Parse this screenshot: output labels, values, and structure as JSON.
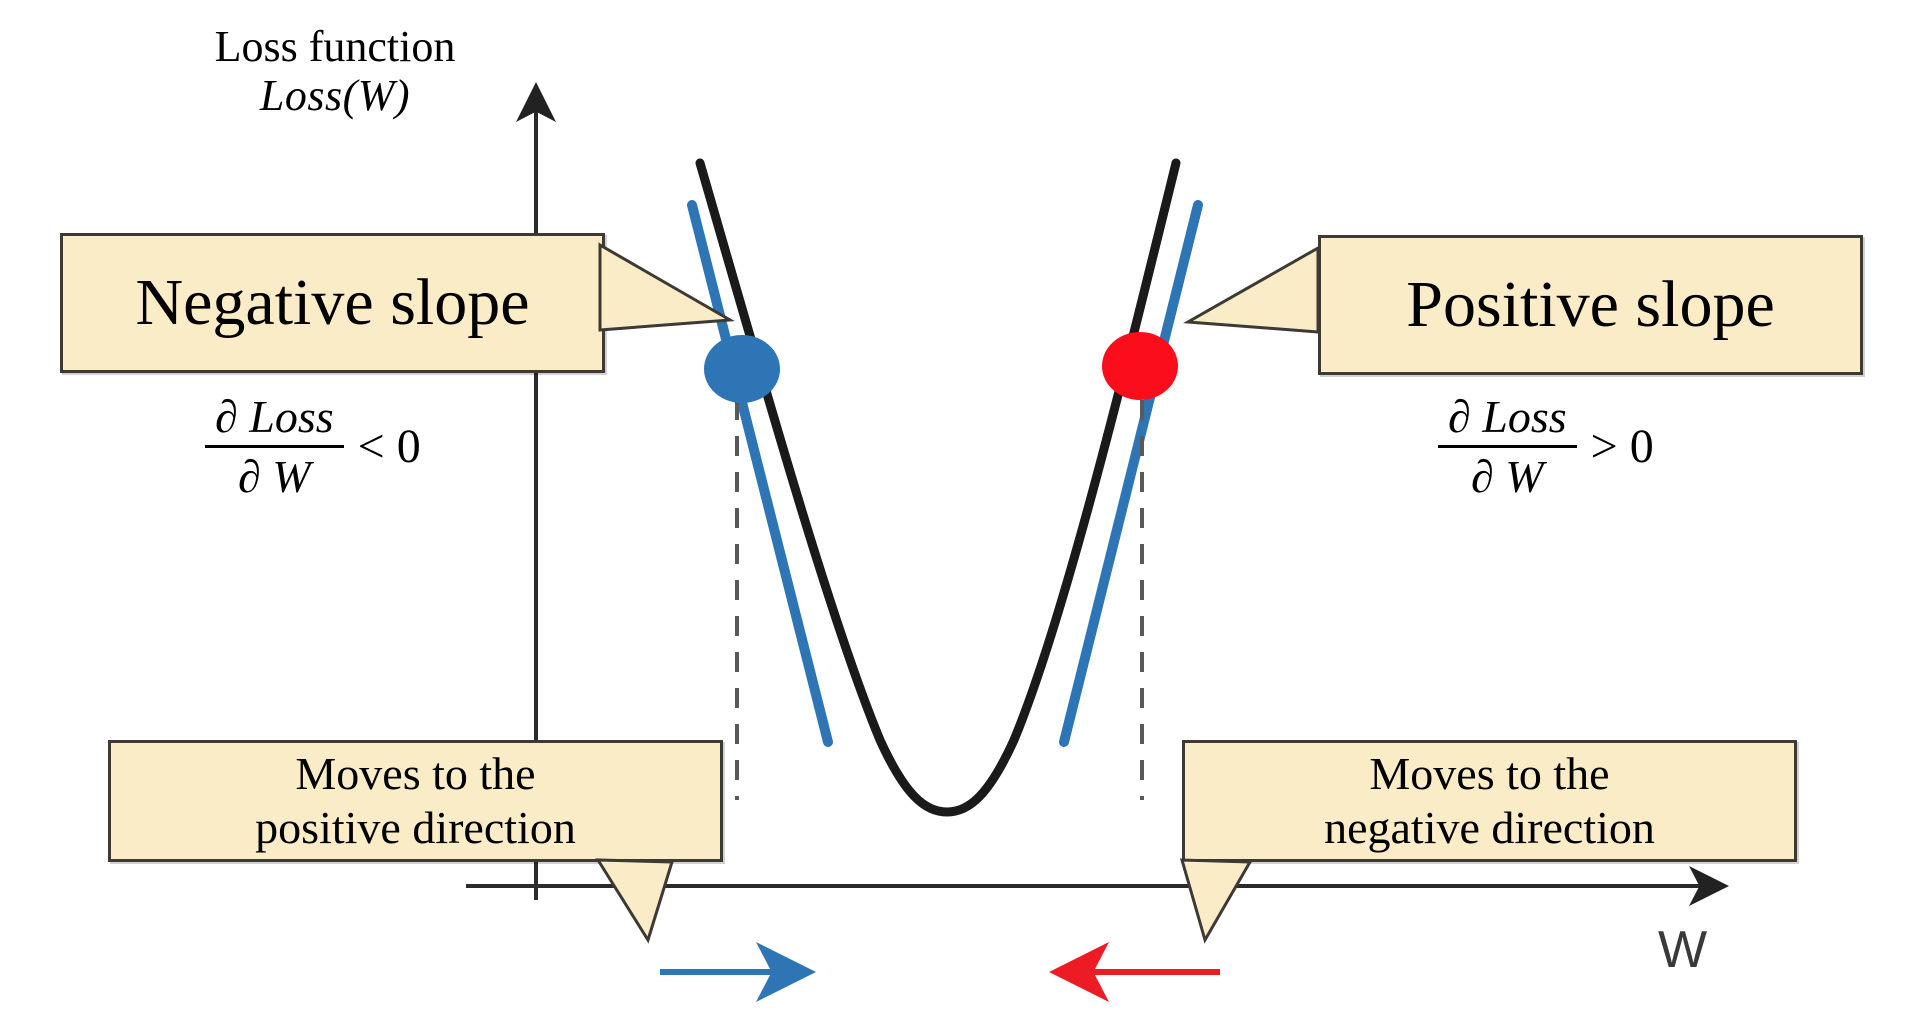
{
  "figure": {
    "title_line1": "Loss function",
    "title_line2": "Loss(W)",
    "x_axis_label": "W"
  },
  "callouts": {
    "negative_slope": "Negative slope",
    "positive_slope": "Positive slope",
    "move_positive": "Moves to the\npositive direction",
    "move_negative": "Moves to the\nnegative direction"
  },
  "formulas": {
    "left": {
      "numerator": "∂ Loss",
      "denominator": "∂ W",
      "relation": "< 0"
    },
    "right": {
      "numerator": "∂ Loss",
      "denominator": "∂ W",
      "relation": "> 0"
    }
  },
  "colors": {
    "callout_fill": "#FBECC8",
    "callout_border": "#3D3935",
    "curve": "#1A1A1A",
    "tangent": "#2E75B6",
    "point_left": "#2E75B6",
    "point_right": "#FC0D1B",
    "axis": "#2B2B2B",
    "dashed_guide": "#595959"
  },
  "chart_data": {
    "type": "line",
    "title": "Loss function Loss(W)",
    "xlabel": "W",
    "ylabel": "Loss function Loss(W)",
    "grid": false,
    "legend": "none",
    "series": [
      {
        "name": "Loss curve (parabola)",
        "role": "loss-curve",
        "color": "#1A1A1A",
        "description": "Convex U-shaped loss curve with minimum at the center"
      },
      {
        "name": "Tangent at left point",
        "role": "tangent-negative",
        "color": "#2E75B6",
        "slope_sign": "negative",
        "description": "Tangent line touching the blue point on the left arm"
      },
      {
        "name": "Tangent at right point",
        "role": "tangent-positive",
        "color": "#2E75B6",
        "slope_sign": "positive",
        "description": "Tangent line touching the red point on the right arm"
      }
    ],
    "points": [
      {
        "name": "left-weight-point",
        "color": "#2E75B6",
        "slope": "negative",
        "gradient_relation": "< 0",
        "update_direction": "positive"
      },
      {
        "name": "right-weight-point",
        "color": "#FC0D1B",
        "slope": "positive",
        "gradient_relation": "> 0",
        "update_direction": "negative"
      }
    ],
    "annotations": [
      "Negative slope",
      "Positive slope",
      "Moves to the positive direction",
      "Moves to the negative direction"
    ]
  },
  "arrows": {
    "blue_direction": "right",
    "red_direction": "left"
  }
}
